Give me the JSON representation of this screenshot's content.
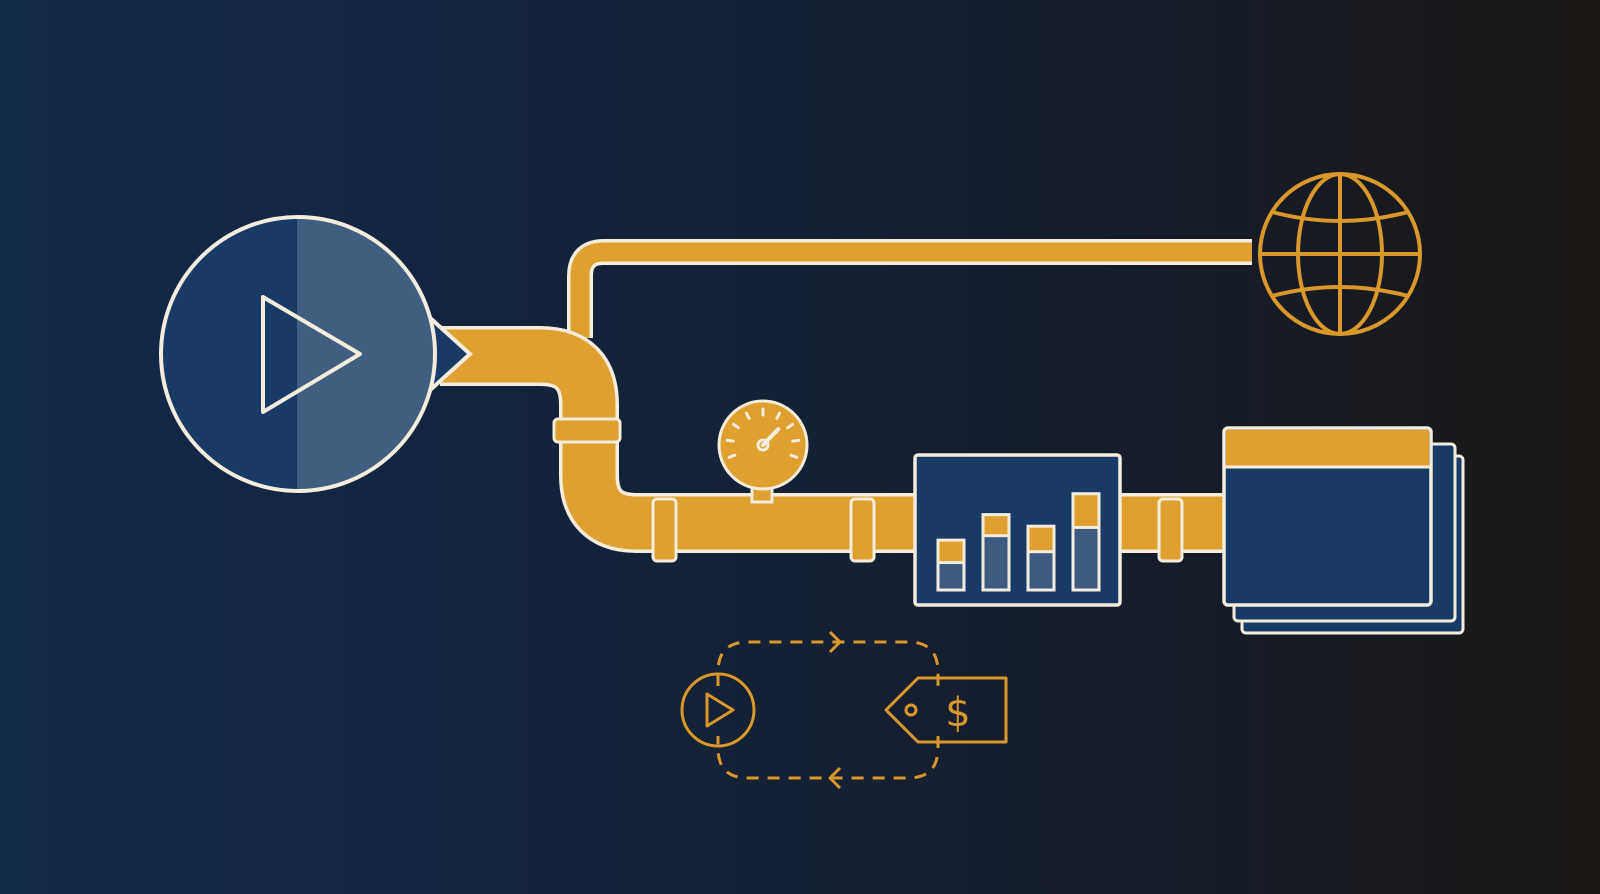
{
  "colors": {
    "background_left": "#13294a",
    "background_right": "#1a1714",
    "pipe": "#e0a030",
    "outline": "#f4ecdc",
    "panel_fill": "#1a3a66",
    "panel_light": "#415e80",
    "bar_fill": "#3e5a80",
    "accent_line": "#d8982c"
  },
  "icons": {
    "source": "play-button-icon",
    "destination": "globe-icon",
    "gauge": "pressure-gauge-icon",
    "chart": "bar-chart-panel-icon",
    "window": "stacked-windows-icon",
    "loop_start": "small-play-icon",
    "loop_end": "price-tag-icon"
  },
  "chart_panel": {
    "bars": [
      0.43,
      0.65,
      0.55,
      0.83
    ],
    "bar_fill_fraction": [
      0.55,
      0.72,
      0.6,
      0.65
    ]
  },
  "gauge": {
    "needle_level": 0.7
  },
  "price_tag": {
    "symbol": "$"
  }
}
